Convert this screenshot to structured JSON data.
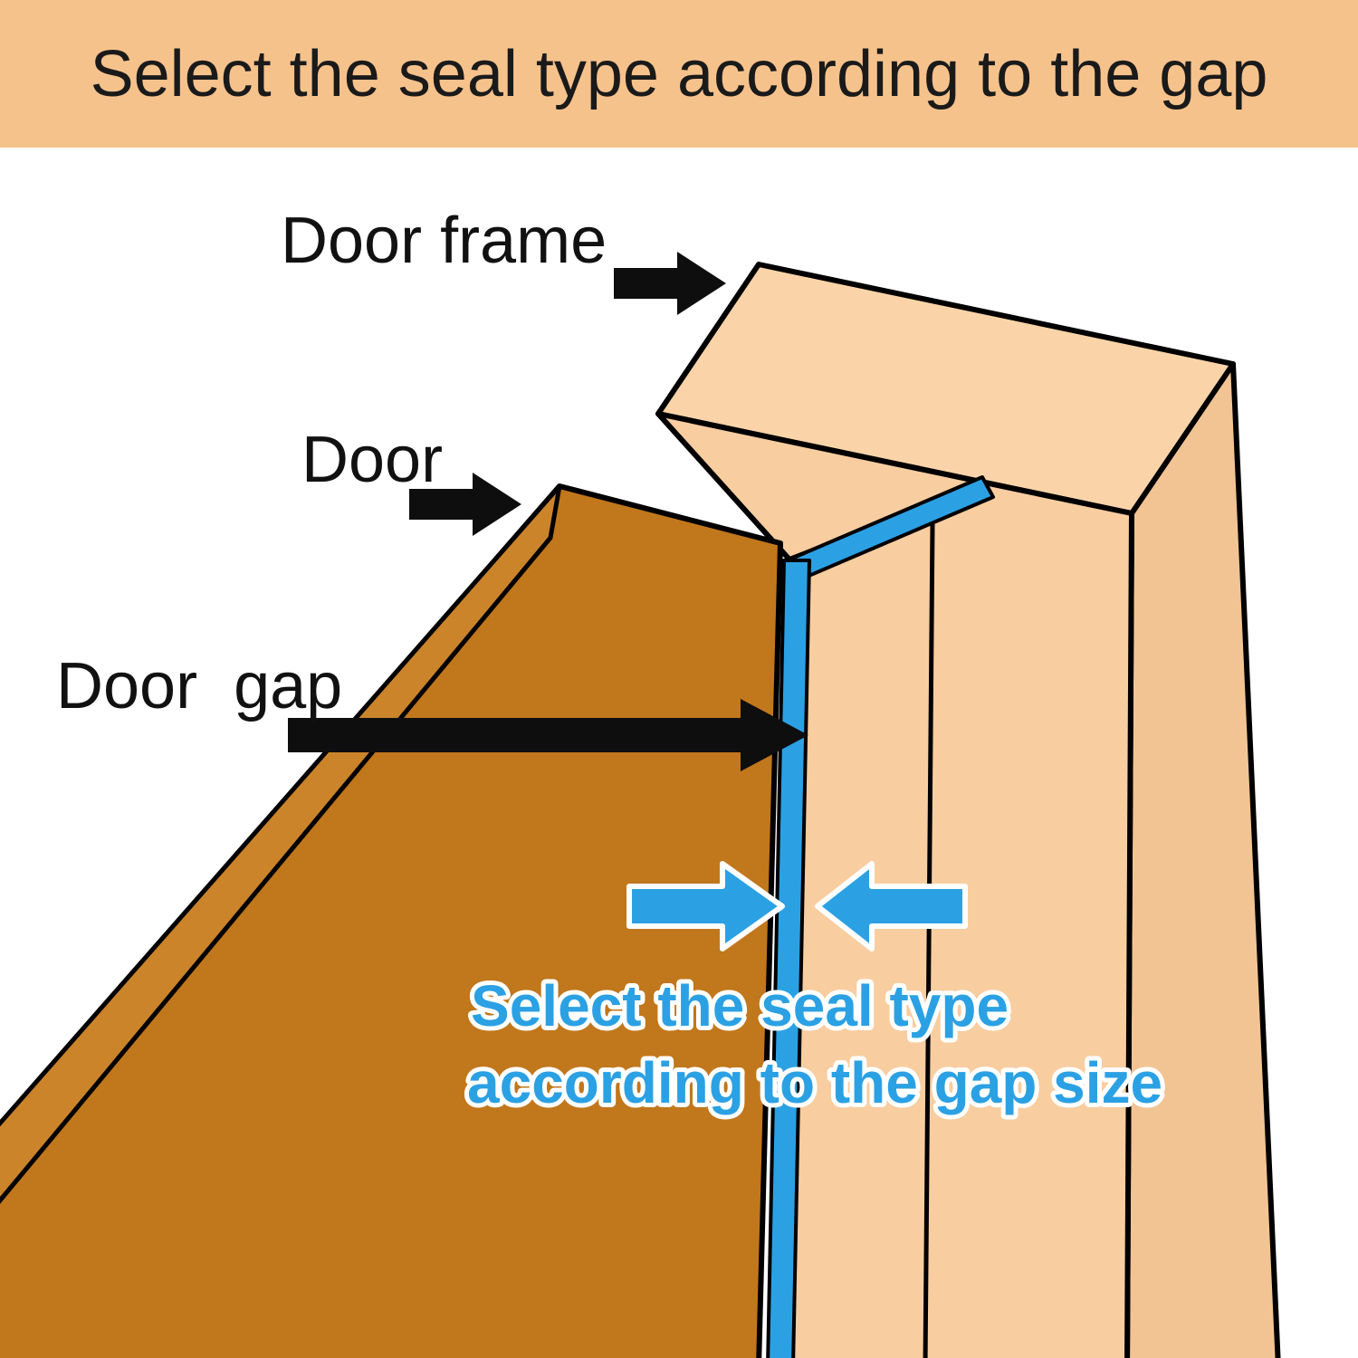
{
  "banner": {
    "title": "Select the seal type according to the gap",
    "bg": "#F6C28C",
    "text_color": "#1A1A1A"
  },
  "diagram": {
    "labels": {
      "door_frame": "Door frame",
      "door": "Door",
      "door_gap": "Door  gap"
    },
    "caption": {
      "line1": "Select the seal type",
      "line2": "according to the gap size"
    },
    "colors": {
      "door_front": "#C1771B",
      "door_top": "#CB842A",
      "frame_top": "#FAD4A8",
      "frame_front": "#F8CDA0",
      "frame_right": "#F2C493",
      "seal_blue": "#2BA1E4",
      "arrow_black": "#0E0E0E",
      "caption_blue": "#2BA1E4",
      "outline": "#000000"
    }
  }
}
